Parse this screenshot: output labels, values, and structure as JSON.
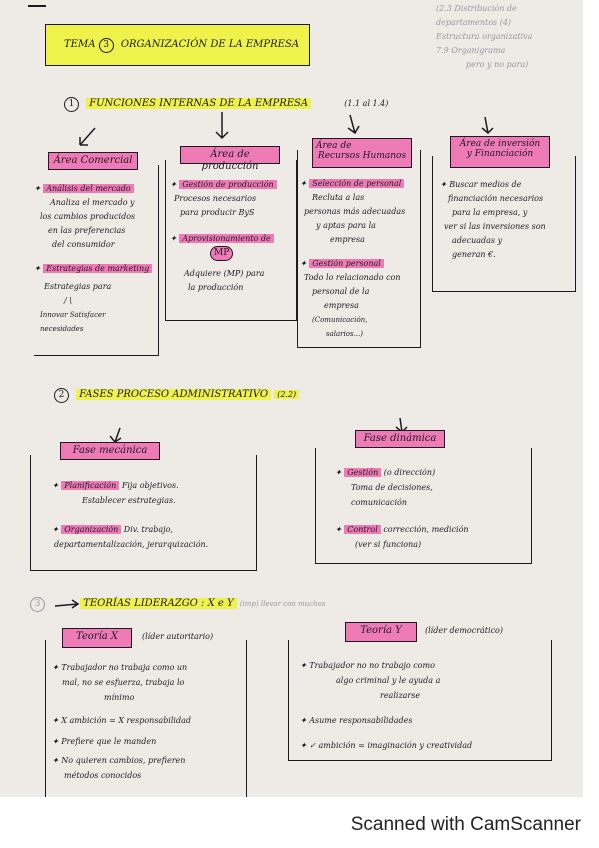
{
  "corner_note": [
    "(2.3 Distribución de",
    "departamentos (4)",
    "Estructura organizativa",
    "7.9 Organigrama",
    "pero y no para)"
  ],
  "title": {
    "number": "3",
    "prefix": "TEMA",
    "text": "ORGANIZACIÓN DE LA EMPRESA"
  },
  "section1": {
    "number": "1",
    "title": "FUNCIONES INTERNAS DE LA EMPRESA",
    "ref": "(1.1 al 1.4)",
    "areas": [
      {
        "label": "Área Comercial",
        "items": [
          {
            "heading": "Análisis del mercado",
            "text": [
              "Analiza el mercado y",
              "los cambios producidos",
              "en las preferencias",
              "del consumidor"
            ]
          },
          {
            "heading": "Estrategias de marketing",
            "text": [
              "Estrategias para",
              "/ \\",
              "Innovar   Satisfacer",
              "              necesidades"
            ]
          }
        ]
      },
      {
        "label": "Área de producción",
        "items": [
          {
            "heading": "Gestión de producción",
            "text": [
              "Procesos necesarios",
              "para producir ByS"
            ]
          },
          {
            "heading": "Aprovisionamiento de",
            "circled": "MP",
            "text": [
              "Adquiere (MP) para",
              "la producción"
            ]
          }
        ]
      },
      {
        "label_lines": [
          "Área de",
          "Recursos Humanos"
        ],
        "items": [
          {
            "heading": "Selección de personal",
            "text": [
              "Recluta a las",
              "personas más adecuadas",
              "y aptas para la",
              "empresa"
            ]
          },
          {
            "heading": "Gestión personal",
            "text": [
              "Todo lo relacionado con",
              "personal de la",
              "empresa",
              "(Comunicación,",
              "salarios...)"
            ]
          }
        ]
      },
      {
        "label_lines": [
          "Área de inversión",
          "y Financiación"
        ],
        "items": [
          {
            "heading": "",
            "text": [
              "Buscar medios de",
              "financiación necesarios",
              "para la empresa, y",
              "ver si las inversiones son",
              "adecuadas y",
              "generan €."
            ]
          }
        ]
      }
    ]
  },
  "section2": {
    "number": "2",
    "title": "FASES PROCESO ADMINISTRATIVO",
    "ref": "(2.2)",
    "phases": [
      {
        "label": "Fase mecánica",
        "items": [
          {
            "heading": "Planificación",
            "text": "Fija objetivos.",
            "text2": "Establecer estrategias."
          },
          {
            "heading": "Organización",
            "text": "Div. trabajo,",
            "text2": "departamentalización, jerarquización."
          }
        ]
      },
      {
        "label": "Fase dinámica",
        "items": [
          {
            "heading": "Gestión",
            "text": "(o dirección)",
            "text2": "Toma de decisiones,",
            "text3": "comunicación"
          },
          {
            "heading": "Control",
            "text": "corrección, medición",
            "text2": "(ver si funciona)"
          }
        ]
      }
    ]
  },
  "section3": {
    "number": "3",
    "title": "TEORÍAS LIDERAZGO : X e Y",
    "ref": "(imp) llevar con muchos",
    "theories": [
      {
        "label": "Teoría X",
        "sub": "(líder autoritario)",
        "items": [
          "Trabajador no trabaja como un",
          "mal, no se esfuerza, trabaja lo",
          "mínimo",
          "X ambición = X responsabilidad",
          "Prefiere que le manden",
          "No quieren cambios, prefieren",
          "métodos conocidos"
        ]
      },
      {
        "label": "Teoría Y",
        "sub": "(líder democrático)",
        "items": [
          "Trabajador no no trabajo como",
          "algo criminal y le ayuda a",
          "realizarse",
          "Asume responsabilidades",
          "✓ ambición = imaginación y creatividad"
        ]
      }
    ]
  },
  "footer": "Scanned with CamScanner"
}
